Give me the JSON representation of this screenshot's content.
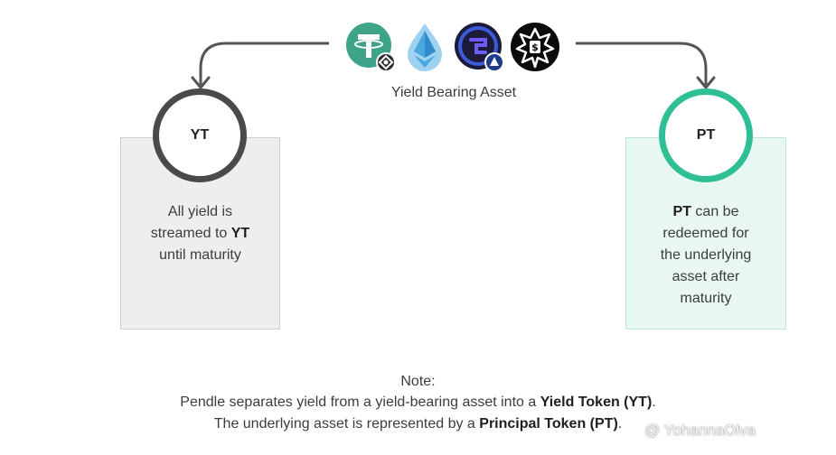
{
  "assets": {
    "label": "Yield Bearing Asset",
    "icons": [
      "tether-icon",
      "ether-drop-icon",
      "staked-token-icon",
      "dollar-star-icon"
    ]
  },
  "yt": {
    "circle_label": "YT",
    "text_line1": "All yield is",
    "text_line2_pre": "streamed to ",
    "text_line2_bold": "YT",
    "text_line3": "until maturity"
  },
  "pt": {
    "circle_label": "PT",
    "text_line1_bold": "PT",
    "text_line1_post": " can be",
    "text_line2": "redeemed for",
    "text_line3": "the underlying",
    "text_line4": "asset after",
    "text_line5": "maturity"
  },
  "note": {
    "title": "Note:",
    "line1_pre": "Pendle separates yield from a yield-bearing asset into a ",
    "line1_bold": "Yield Token (YT)",
    "line1_post": ".",
    "line2_pre": "The underlying asset is represented by a ",
    "line2_bold": "Principal Token (PT)",
    "line2_post": "."
  },
  "watermark": "@ YohannaOlva",
  "colors": {
    "yt_ring": "#4a4a4a",
    "pt_ring": "#2fbf94",
    "yt_box": "#eeeeee",
    "pt_box": "#e9f7f2",
    "arrow": "#555555"
  }
}
